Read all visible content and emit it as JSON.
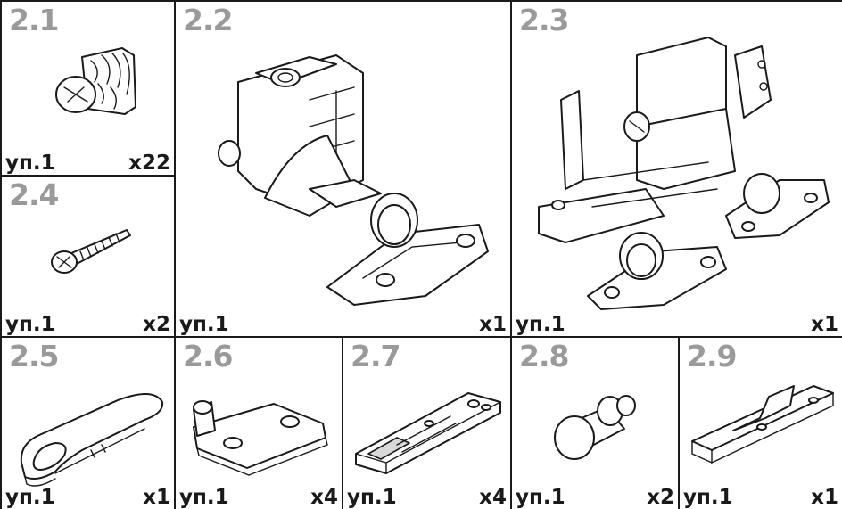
{
  "parts": [
    {
      "id": "2.1",
      "pack": "уп.1",
      "qty": "x22",
      "icon": "euro-screw-icon"
    },
    {
      "id": "2.2",
      "pack": "уп.1",
      "qty": "x1",
      "icon": "hinge-icon"
    },
    {
      "id": "2.3",
      "pack": "уп.1",
      "qty": "x1",
      "icon": "double-hinge-icon"
    },
    {
      "id": "2.4",
      "pack": "уп.1",
      "qty": "x2",
      "icon": "wood-screw-icon"
    },
    {
      "id": "2.5",
      "pack": "уп.1",
      "qty": "x1",
      "icon": "clip-icon"
    },
    {
      "id": "2.6",
      "pack": "уп.1",
      "qty": "x4",
      "icon": "plate-icon"
    },
    {
      "id": "2.7",
      "pack": "уп.1",
      "qty": "x4",
      "icon": "connector-icon"
    },
    {
      "id": "2.8",
      "pack": "уп.1",
      "qty": "x2",
      "icon": "cap-icon"
    },
    {
      "id": "2.9",
      "pack": "уп.1",
      "qty": "x1",
      "icon": "strip-icon"
    }
  ],
  "colors": {
    "line": "#1a1a1a",
    "label": "#9a9a9a"
  }
}
